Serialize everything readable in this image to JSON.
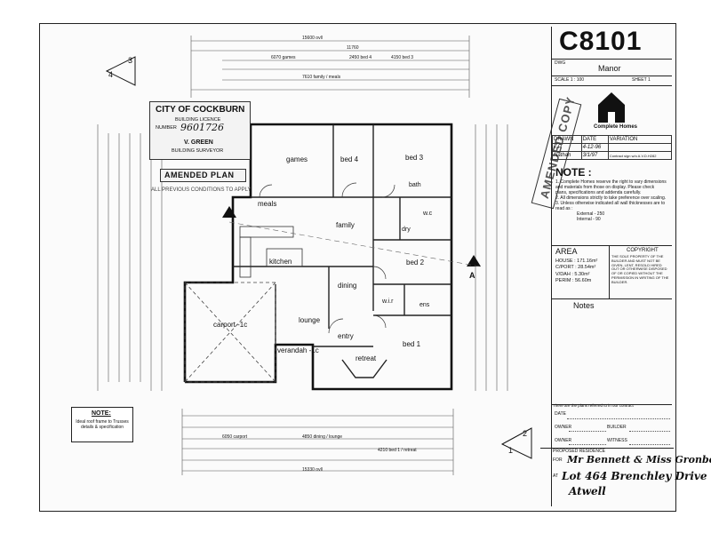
{
  "title_block": {
    "drawing_number": "C8101",
    "dwg_label": "DWG",
    "design_name": "Manor",
    "scale": "SCALE   1 : 100",
    "sheet": "SHEET  1",
    "company": "Complete Homes",
    "table_headers": [
      "DRAWN",
      "DATE",
      "VARIATION"
    ],
    "table_row1": [
      "T.P.",
      "4-12-96",
      ""
    ],
    "table_row2": [
      "Nathan",
      "3/1/97",
      "Contract sign w/o A.V.D.H282"
    ],
    "note_heading": "NOTE :",
    "notes": [
      "1. Complete Homes reserve the right to vary dimensions and materials from those on display. Please check plans, specifications and addenda carefully.",
      "2. All dimensions strictly to take preference over scaling.",
      "3. Unless otherwise indicated all wall thicknesses are to read as :",
      "External - 250",
      "Internal - 90"
    ],
    "area_heading": "AREA",
    "area_rows": [
      "HOUSE : 171.16m²",
      "C/PORT : 28.54m²",
      "V/DAH : 5.30m²",
      "PERIM : 56.60m"
    ],
    "copyright_heading": "COPYRIGHT",
    "copyright_text": "THE SOLE PROPERTY OF THE BUILDER AND MUST NOT BE GIVEN, LENT, RESOLD HIRED OUT OR OTHERWISE DISPOSED OF OR COPIED WITHOUT THE PERMISSION IN WRITING OF THE BUILDER.",
    "notes_heading": "Notes",
    "contract_line": "There are the plans referred to in our contract",
    "date_label": "DATE",
    "owner_label": "OWNER",
    "builder_label": "BUILDER",
    "witness_label": "WITNESS",
    "proposed_label": "PROPOSED RESIDENCE",
    "for_label": "FOR",
    "at_label": "AT",
    "client": "Mr Bennett & Miss Gronbek",
    "address1": "Lot 464 Brenchley Drive",
    "address2": "Atwell"
  },
  "stamps": {
    "council": "CITY OF COCKBURN",
    "licence_label": "BUILDING LICENCE",
    "number_label": "NUMBER",
    "licence_number": "9601726",
    "surveyor_name": "V. GREEN",
    "surveyor_title": "BUILDING SURVEYOR",
    "amended_plan": "AMENDED PLAN",
    "conditions": "ALL PREVIOUS CONDITIONS TO APPLY",
    "amended_copy": "AMENDED COPY"
  },
  "rooms": {
    "games": "games",
    "bed4": "bed 4",
    "bed3": "bed 3",
    "bath": "bath",
    "wc": "w.c",
    "meals": "meals",
    "family": "family",
    "kitchen": "kitchen",
    "dry": "dry",
    "bed2": "bed 2",
    "dining": "dining",
    "wir": "w.i.r",
    "ens": "ens",
    "lounge": "lounge",
    "carport": "carport  -1c",
    "entry": "entry",
    "verandah": "verandah  -1c",
    "retreat": "retreat",
    "bed1": "bed 1"
  },
  "dimensions": {
    "overall_top": "15600 ovll",
    "top2": "11760",
    "top3a": "6070 games",
    "top3b": "2450 bed 4",
    "top3c": "4150 bed 3",
    "family_meals": "7610 family / meals",
    "bottom_overall": "15330 ovll",
    "bottom2": "6050 carport",
    "bottom3": "4850 dining / lounge",
    "bottom4": "4210 bed 1 / retreat"
  },
  "note_box": {
    "heading": "NOTE:",
    "text": "Ideal roof frame to Trusses details & specification"
  },
  "sections": {
    "section_a": "A",
    "callout_left_top": "3",
    "callout_left_bottom": "4",
    "callout_right_top": "2",
    "callout_right_bottom": "1"
  }
}
